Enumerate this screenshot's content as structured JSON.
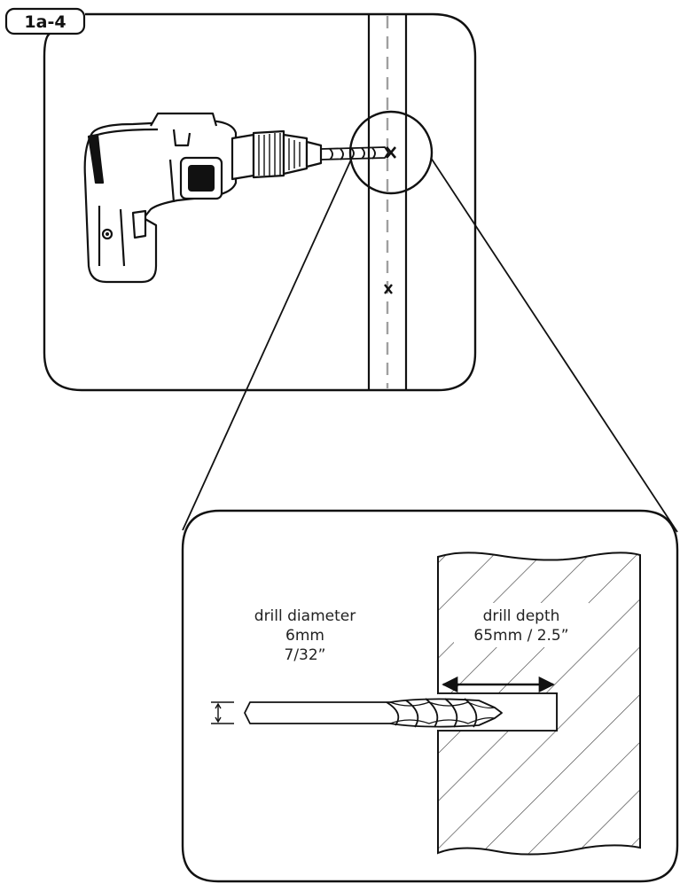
{
  "step_label": "1a-4",
  "drill_diameter": {
    "title": "drill diameter",
    "metric": "6mm",
    "imperial": "7/32”"
  },
  "drill_depth": {
    "title": "drill depth",
    "value": "65mm / 2.5”"
  },
  "colors": {
    "line": "#111111",
    "stud_dash": "#a0a0a0",
    "hatch": "#333333",
    "background": "#ffffff"
  },
  "icons": [
    "drill-icon",
    "drill-bit-icon",
    "cross-mark-icon",
    "magnifier-circle-icon"
  ]
}
